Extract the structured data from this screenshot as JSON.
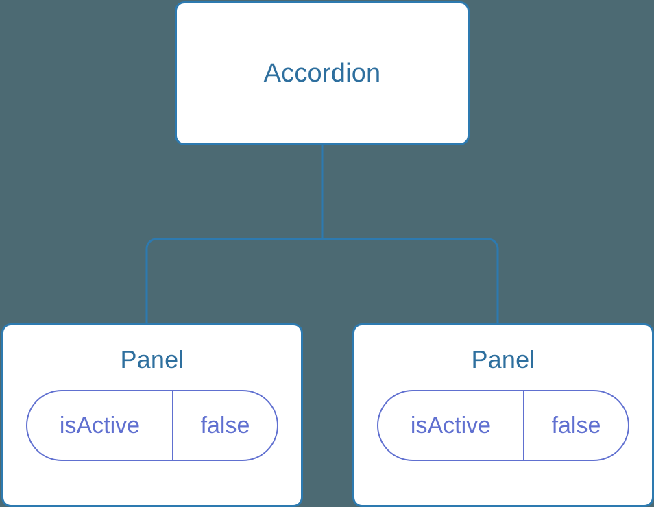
{
  "diagram": {
    "background_color": "#4c6a73",
    "edge_color": "#2d7ab0",
    "node_border_color": "#2d7ab0",
    "node_fill_color": "#ffffff",
    "title_color": "#2e6f9e",
    "prop_color": "#6070d0",
    "root": {
      "label": "Accordion"
    },
    "children": [
      {
        "label": "Panel",
        "props": [
          {
            "key": "isActive",
            "value": "false"
          }
        ]
      },
      {
        "label": "Panel",
        "props": [
          {
            "key": "isActive",
            "value": "false"
          }
        ]
      }
    ]
  }
}
